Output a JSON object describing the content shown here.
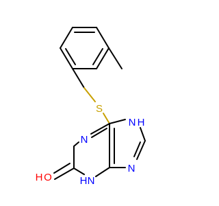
{
  "molecule": {
    "colors": {
      "carbon_bond": "#000000",
      "nitrogen": "#0000ff",
      "oxygen": "#ff0000",
      "sulfur": "#c8a000"
    },
    "atoms": {
      "sulfur": "S",
      "n1": "N",
      "n3": "N",
      "n3_h": "H",
      "n7": "N",
      "n7_h": "H",
      "n9": "N",
      "oxygen_label": "O",
      "oxygen_h": "H"
    }
  }
}
